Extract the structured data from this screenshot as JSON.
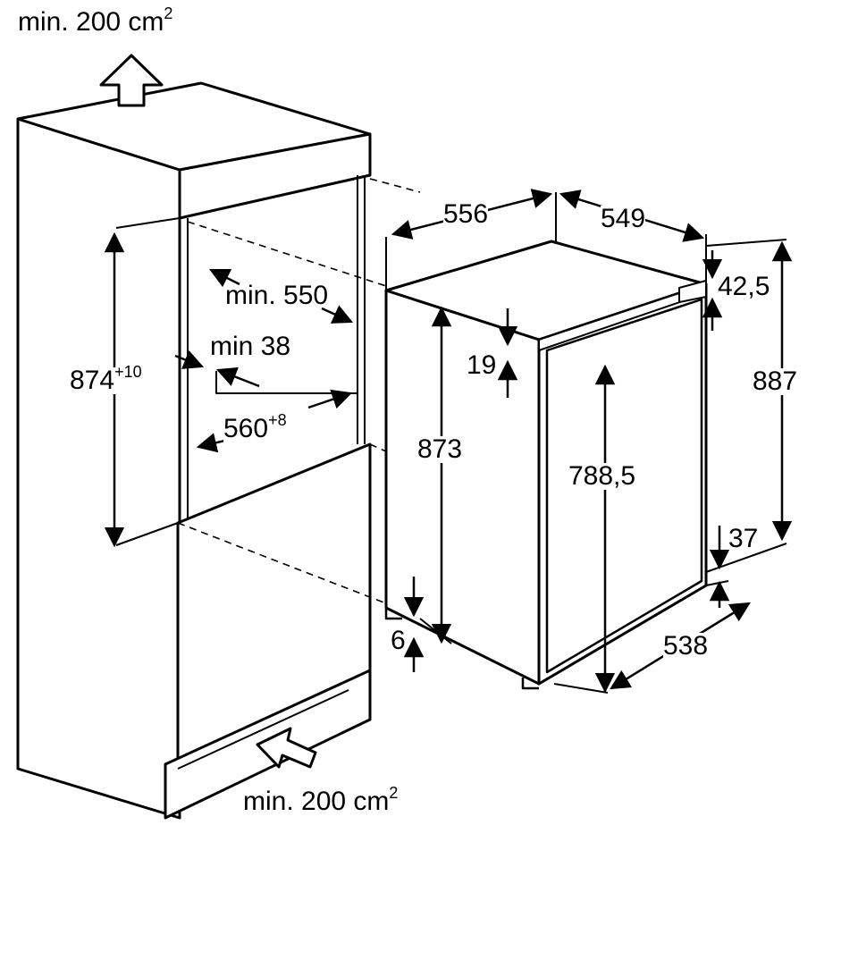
{
  "labels": {
    "vent_top": {
      "text": "min. 200 cm",
      "sup": "2"
    },
    "vent_bottom": {
      "text": "min. 200 cm",
      "sup": "2"
    },
    "niche_height": {
      "text": "874",
      "sup": "+10"
    },
    "niche_depth": "min. 550",
    "min_gap": "min 38",
    "niche_width": {
      "text": "560",
      "sup": "+8"
    },
    "appliance_width": "556",
    "appliance_depth": "549",
    "top_offset": "42,5",
    "door_top": "19",
    "overall_height": "887",
    "body_height": "873",
    "door_height": "788,5",
    "bottom_gap": "37",
    "door_depth": "538",
    "feet": "6"
  },
  "colors": {
    "stroke": "#000000",
    "fill": "#ffffff"
  }
}
